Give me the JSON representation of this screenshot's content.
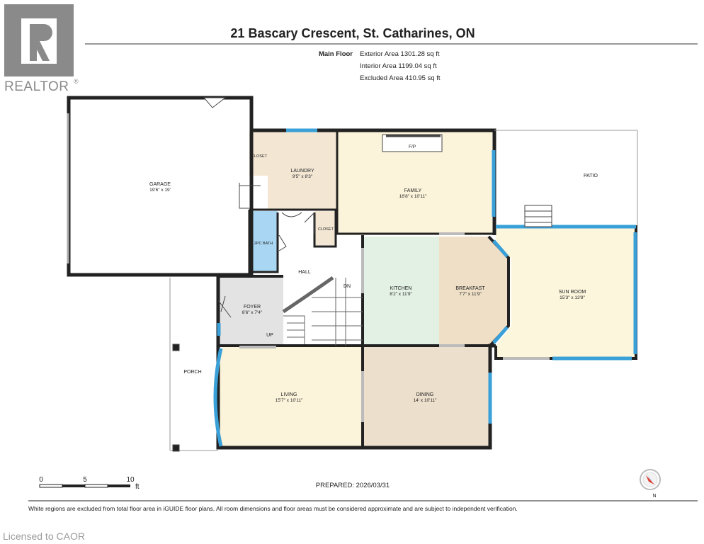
{
  "header": {
    "title": "21 Bascary Crescent, St. Catharines, ON",
    "floor_label": "Main Floor",
    "exterior_area": "Exterior Area 1301.28 sq ft",
    "interior_area": "Interior Area 1199.04 sq ft",
    "excluded_area": "Excluded Area 410.95 sq ft"
  },
  "logo": {
    "text": "REALTOR",
    "mark": "®"
  },
  "rooms": {
    "garage": {
      "name": "GARAGE",
      "dim": "19'6\" x 19'"
    },
    "closet1": {
      "name": "CLOSET"
    },
    "laundry": {
      "name": "LAUNDRY",
      "dim": "9'5\" x 8'3\""
    },
    "fp": {
      "name": "F/P"
    },
    "family": {
      "name": "FAMILY",
      "dim": "16'8\" x 10'11\""
    },
    "patio": {
      "name": "PATIO"
    },
    "closet2": {
      "name": "CLOSET"
    },
    "bath": {
      "name": "2PC BATH"
    },
    "hall": {
      "name": "HALL"
    },
    "dn": {
      "name": "DN"
    },
    "kitchen": {
      "name": "KITCHEN",
      "dim": "8'2\" x 11'9\""
    },
    "breakfast": {
      "name": "BREAKFAST",
      "dim": "7'7\" x 11'9\""
    },
    "sunroom": {
      "name": "SUN ROOM",
      "dim": "15'3\" x 13'8\""
    },
    "foyer": {
      "name": "FOYER",
      "dim": "6'6\" x 7'4\""
    },
    "up": {
      "name": "UP"
    },
    "porch": {
      "name": "PORCH"
    },
    "living": {
      "name": "LIVING",
      "dim": "15'7\" x 10'11\""
    },
    "dining": {
      "name": "DINING",
      "dim": "14' x 10'11\""
    }
  },
  "scale": {
    "l0": "0",
    "l5": "5",
    "l10": "10",
    "unit": "ft"
  },
  "prepared": "PREPARED:  2026/03/31",
  "compass": {
    "north": "N"
  },
  "footer": {
    "disclaimer": "White regions are excluded from total floor area in iGUIDE floor plans. All room dimensions and floor areas must be considered approximate and are subject to independent verification."
  },
  "watermark": "Licensed to CAOR",
  "colors": {
    "garage": "#ffffff",
    "laundry": "#f3e7d4",
    "family": "#fbf3da",
    "bath": "#a9d6f2",
    "hall": "#ffffff",
    "foyer": "#e3e3e3",
    "kitchen": "#e3f1e4",
    "breakfast": "#eedfc6",
    "sunroom": "#fcf6dd",
    "living": "#fbf3da",
    "dining": "#ecdfcb",
    "window": "#3aa0d8",
    "wall": "#222222"
  }
}
